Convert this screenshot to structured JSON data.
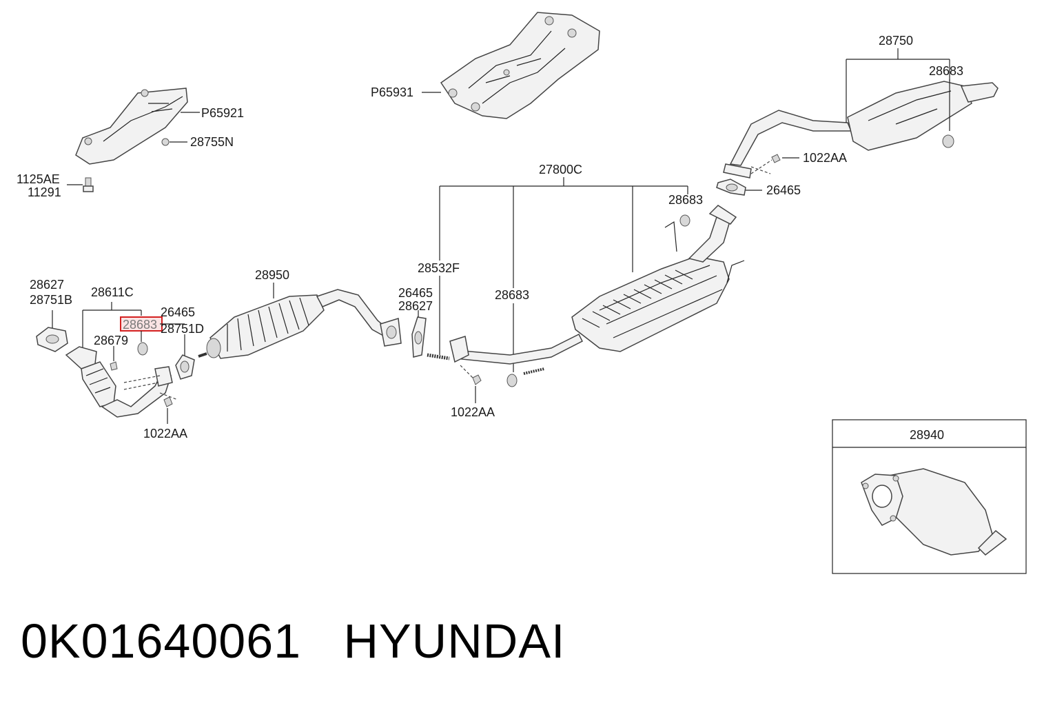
{
  "footer": {
    "part_number": "0K01640061",
    "brand": "HYUNDAI"
  },
  "colors": {
    "highlight": "#d42020",
    "line": "#222222"
  },
  "labels": {
    "p65931": "P65931",
    "p65921": "P65921",
    "n28755n": "28755N",
    "n1125ae": "1125AE",
    "n11291": "11291",
    "n28750": "28750",
    "n28683_tr": "28683",
    "n1022aa_tr": "1022AA",
    "n26465_tr": "26465",
    "n27800c": "27800C",
    "n28683_mr": "28683",
    "n28532f": "28532F",
    "n26465_mid": "26465",
    "n28627_mid": "28627",
    "n28683_mid": "28683",
    "n1022aa_mid": "1022AA",
    "n28950": "28950",
    "n28627_l": "28627",
    "n28751b": "28751B",
    "n28611c": "28611C",
    "n28683_hl": "28683",
    "n26465_l": "26465",
    "n28751d": "28751D",
    "n28679": "28679",
    "n1022aa_l": "1022AA",
    "n28940": "28940"
  }
}
